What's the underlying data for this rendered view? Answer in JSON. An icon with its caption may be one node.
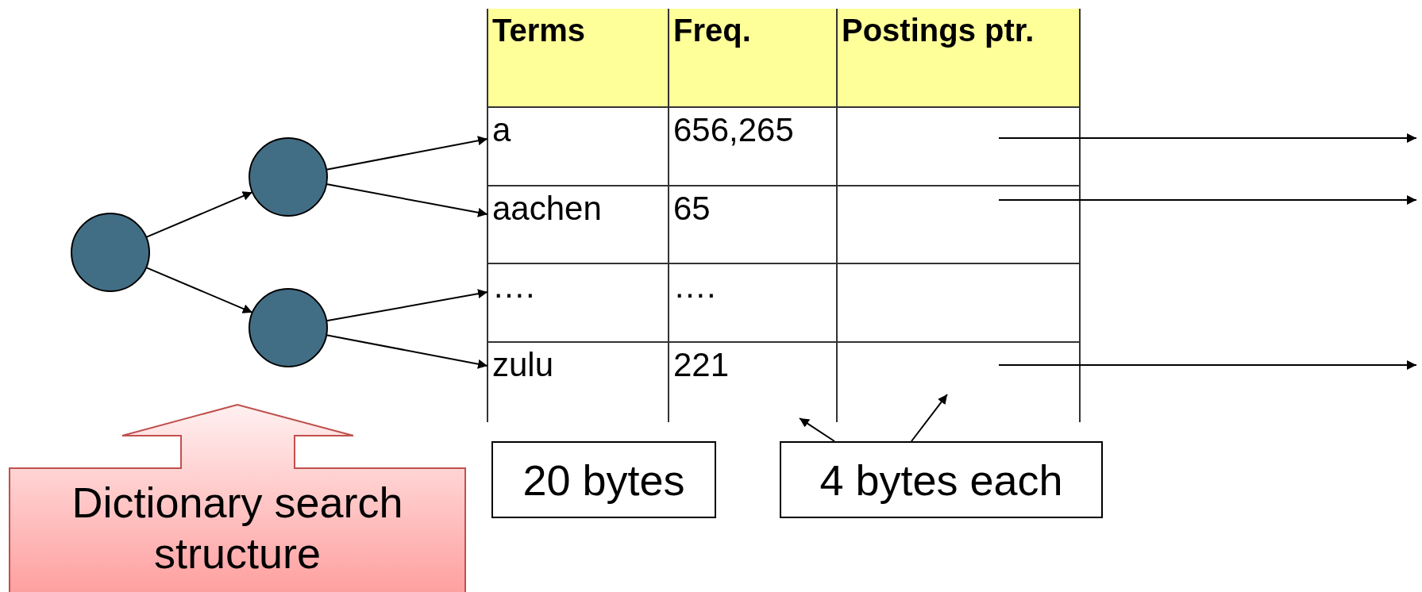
{
  "diagram": {
    "nodes": [
      {
        "text": [],
        "shape": "circle"
      },
      {
        "text": [],
        "shape": "circle"
      },
      {
        "text": [],
        "shape": "circle"
      },
      {
        "text": [
          "a"
        ]
      },
      {
        "text": [
          "aachen"
        ]
      },
      {
        "text": [
          "…."
        ]
      },
      {
        "text": [
          "zulu"
        ]
      },
      {
        "text": [],
        "shape": "box"
      },
      {
        "text": [],
        "shape": "box"
      },
      {
        "text": [],
        "shape": "box"
      },
      {
        "text": [
          "Dictionary search structure"
        ]
      },
      {
        "text": [
          "20 bytes"
        ]
      },
      {
        "text": [
          "4 bytes each"
        ]
      }
    ],
    "edges": [
      {
        "from": 0,
        "to": 1,
        "arrow": "to"
      },
      {
        "from": 0,
        "to": 2,
        "arrow": "to"
      },
      {
        "from": 1,
        "to": 3,
        "arrow": "to"
      },
      {
        "from": 1,
        "to": 4,
        "arrow": "to"
      },
      {
        "from": 2,
        "to": 5,
        "arrow": "to"
      },
      {
        "from": 2,
        "to": 6,
        "arrow": "to"
      },
      {
        "from": 7,
        "to": null,
        "arrow": "to"
      },
      {
        "from": 8,
        "to": null,
        "arrow": "to"
      },
      {
        "from": 9,
        "to": null,
        "arrow": "to"
      },
      {
        "from": 12,
        "to": null,
        "arrow": "to"
      },
      {
        "from": 12,
        "to": 9,
        "arrow": "to"
      }
    ],
    "labels": [
      "Terms",
      "Freq.",
      "Postings ptr.",
      "656,265",
      "65",
      "….",
      "221"
    ]
  }
}
